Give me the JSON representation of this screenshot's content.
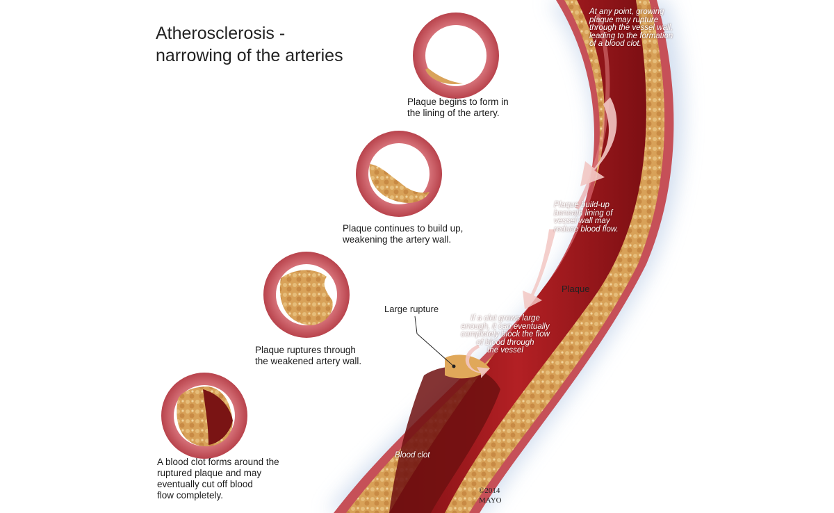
{
  "title": "Atherosclerosis -\nnarrowing of the arteries",
  "stages": [
    {
      "caption": "Plaque begins to form in\nthe lining of the artery."
    },
    {
      "caption": "Plaque continues to build up,\nweakening the artery wall."
    },
    {
      "caption": "Plaque ruptures through\nthe weakened artery wall."
    },
    {
      "caption": "A blood clot forms around the\nruptured plaque and may\neventually cut off blood\nflow completely."
    }
  ],
  "vessel_labels": {
    "rupture_note": "At any point, growing\nplaque may rupture\nthrough the vessel wall,\nleading to the formation\nof a blood clot.",
    "buildup_note": "Plaque build-up\nbeneath lining of\nvessel wall may\nreduce blood flow.",
    "plaque": "Plaque",
    "large_rupture": "Large rupture",
    "clot_growth_note": "If a clot grows large\nenough, it can eventually\ncompletely block the flow\nof blood through\nthe vessel",
    "blood_clot": "Blood clot"
  },
  "copyright": "©2014\nMAYO",
  "colors": {
    "artery_wall": "#c9545a",
    "artery_rim": "#b34048",
    "plaque": "#d9a35a",
    "blood": "#9e1a1d",
    "clot": "#7a1414",
    "glow": "#d6e2f2"
  }
}
